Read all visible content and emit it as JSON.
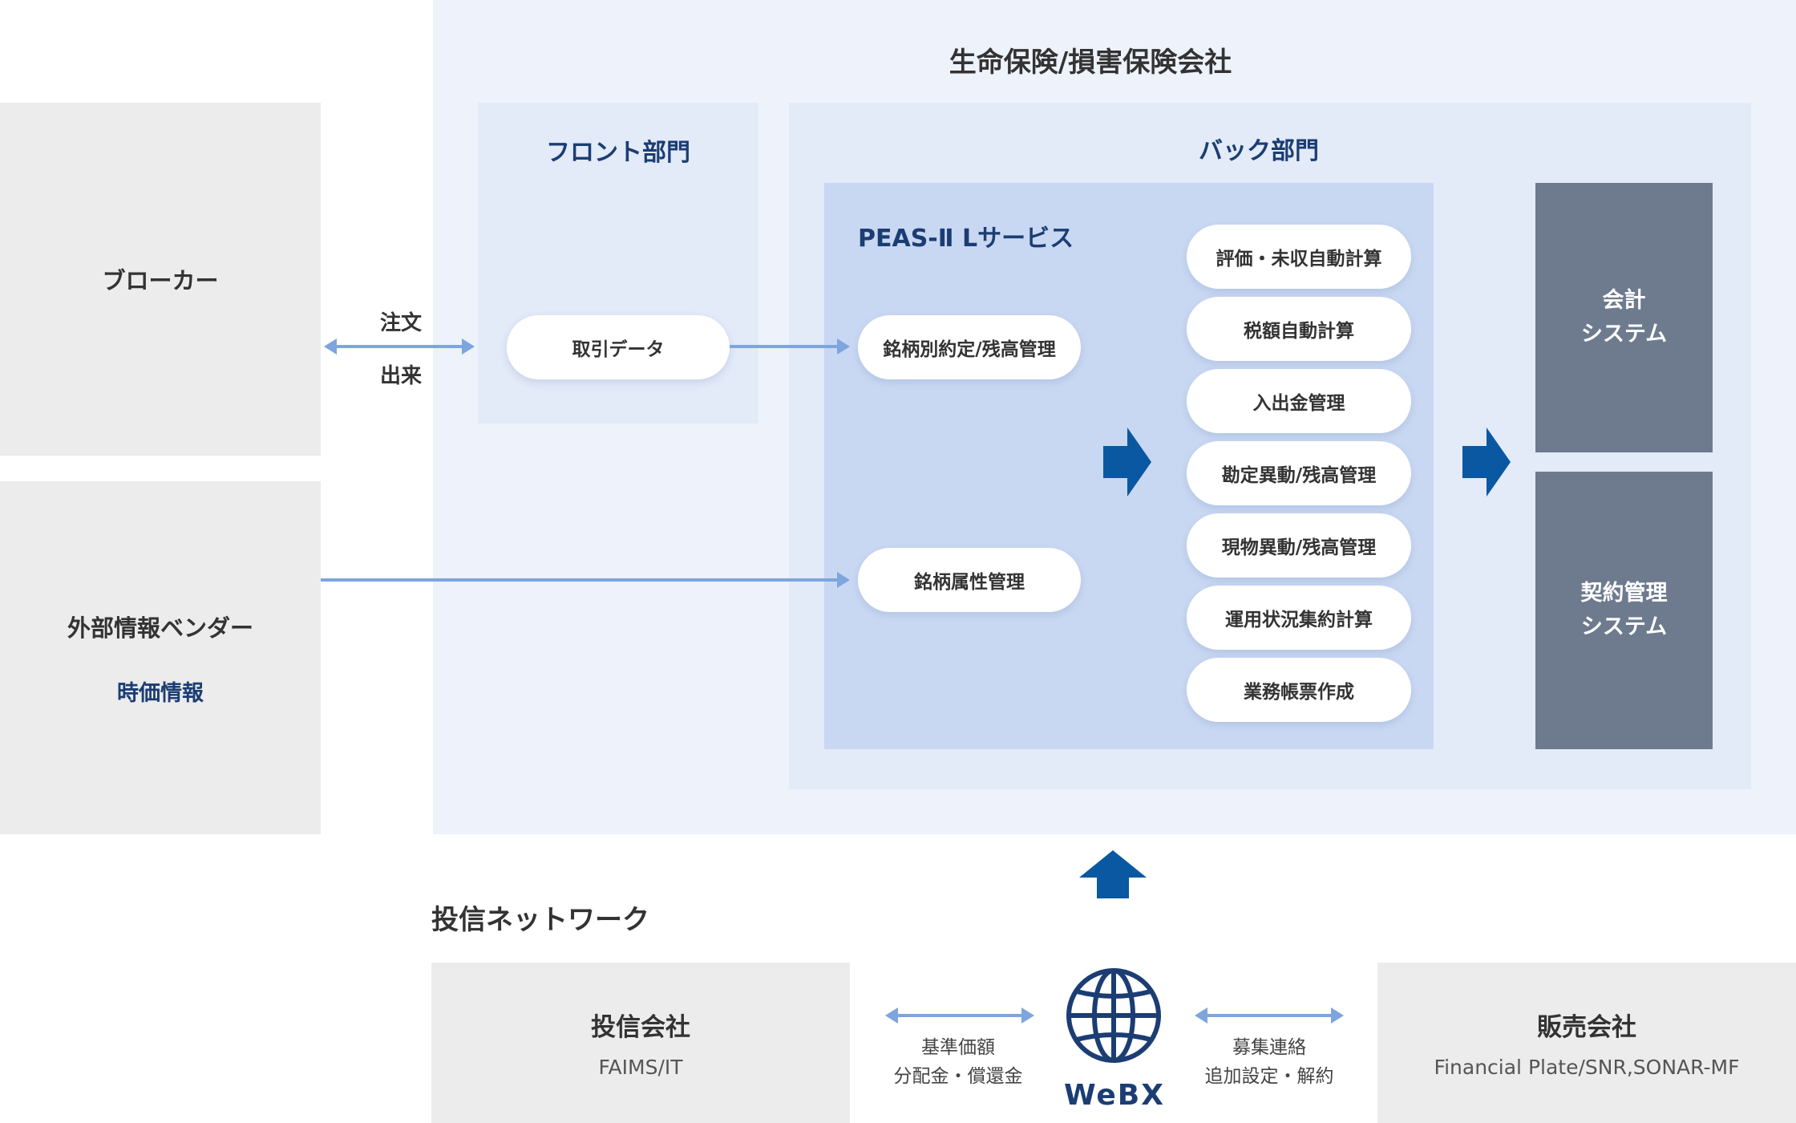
{
  "company": {
    "title": "生命保険/損害保険会社"
  },
  "broker": {
    "title": "ブローカー"
  },
  "vendor": {
    "title": "外部情報ベンダー",
    "sub": "時価情報"
  },
  "order_flow": {
    "top": "注文",
    "bottom": "出来"
  },
  "front": {
    "title": "フロント部門",
    "item": "取引データ"
  },
  "back": {
    "title": "バック部門"
  },
  "service": {
    "title": "PEAS-Ⅱ Lサービス",
    "left_items": [
      "銘柄別約定/残高管理",
      "銘柄属性管理"
    ],
    "right_items": [
      "評価・未収自動計算",
      "税額自動計算",
      "入出金管理",
      "勘定異動/残高管理",
      "現物異動/残高管理",
      "運用状況集約計算",
      "業務帳票作成"
    ]
  },
  "systems": {
    "accounting": [
      "会計",
      "システム"
    ],
    "contract": [
      "契約管理",
      "システム"
    ]
  },
  "network": {
    "title": "投信ネットワーク",
    "left_org": {
      "title": "投信会社",
      "sub": "FAIMS/IT"
    },
    "right_org": {
      "title": "販売会社",
      "sub": "Financial Plate/SNR,SONAR-MF"
    },
    "left_flow": [
      "基準価額",
      "分配金・償還金"
    ],
    "right_flow": [
      "募集連絡",
      "追加設定・解約"
    ],
    "hub": "WeBX"
  },
  "colors": {
    "dark_blue": "#1b3d73",
    "arrow_blue": "#0a58a1",
    "line_blue": "#7da5de",
    "system_gray": "#6e7b8e"
  }
}
